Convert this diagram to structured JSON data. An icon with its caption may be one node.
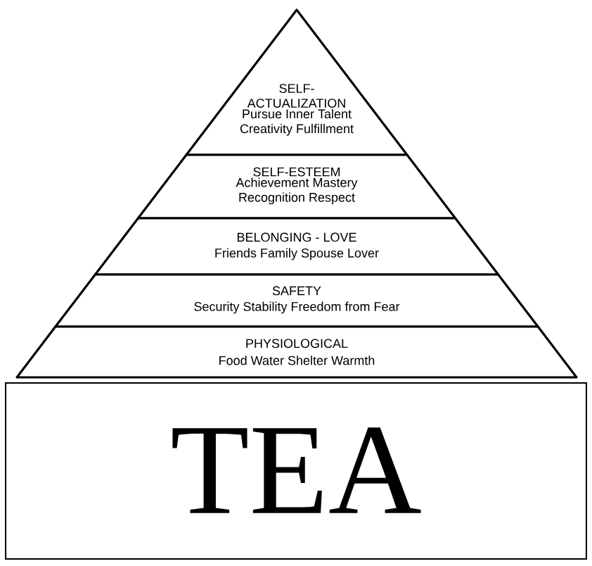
{
  "diagram": {
    "nodes": [
      {
        "text": [
          "SELF- ACTUALIZATION",
          "Pursue Inner Talent Creativity Fulfillment"
        ]
      },
      {
        "text": [
          "SELF-ESTEEM",
          "Achievement Mastery Recognition Respect"
        ]
      },
      {
        "text": [
          "BELONGING - LOVE",
          "Friends Family Spouse Lover"
        ]
      },
      {
        "text": [
          "SAFETY",
          "Security Stability Freedom from Fear"
        ]
      },
      {
        "text": [
          "PHYSIOLOGICAL",
          "Food Water Shelter Warmth"
        ]
      },
      {
        "text": [
          "TEA"
        ]
      }
    ]
  }
}
